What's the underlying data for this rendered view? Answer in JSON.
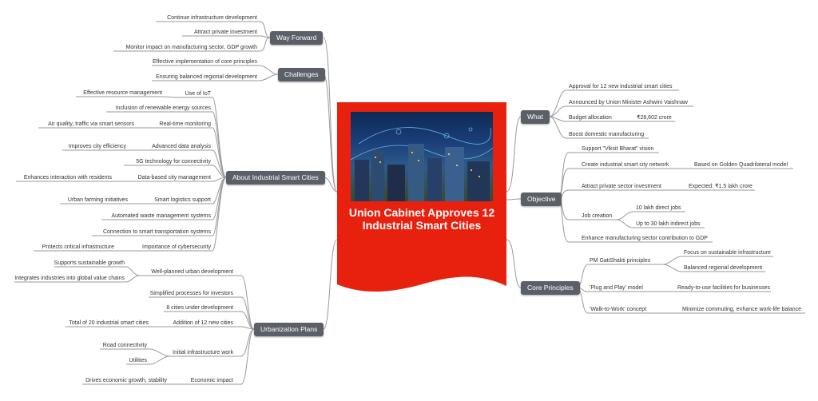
{
  "center": {
    "title": "Union Cabinet Approves 12 Industrial Smart Cities"
  },
  "branches": {
    "way_forward": "Way Forward",
    "challenges": "Challenges",
    "about": "About Industrial Smart Cities",
    "urbanization": "Urbanization Plans",
    "what": "What",
    "objective": "Objective",
    "core": "Core Principles"
  },
  "way_forward": [
    "Continue infrastructure development",
    "Attract private investment",
    "Monitor impact on manufacturing sector, GDP growth"
  ],
  "challenges": [
    "Effective implementation of core principles",
    "Ensuring balanced regional development"
  ],
  "about": {
    "use_iot": "Use of IoT",
    "effective_resource": "Effective resource management",
    "renewable": "Inclusion of renewable energy sources",
    "realtime": "Real-time monitoring",
    "air_quality": "Air quality, traffic via smart sensors",
    "advanced": "Advanced data analysis",
    "improves": "Improves city efficiency",
    "fiveg": "5G technology for connectivity",
    "databased": "Data-based city management",
    "enhances": "Enhances interaction with residents",
    "logistics": "Smart logistics support",
    "farming": "Urban farming initiatives",
    "waste": "Automated waste management systems",
    "transport": "Connection to smart transportation systems",
    "cyber": "Importance of cybersecurity",
    "protects": "Protects critical infrastructure"
  },
  "urbanization": {
    "well_planned": "Well-planned urban development",
    "supports": "Supports sustainable growth",
    "integrates": "Integrates industries into global value chains",
    "simplified": "Simplified processes for investors",
    "eight": "8 cities under development",
    "addition": "Addition of 12 new cities",
    "total": "Total of 20 industrial smart cities",
    "initial": "Initial infrastructure work",
    "road": "Road connectivity",
    "utilities": "Utilities",
    "economic": "Economic impact",
    "drives": "Drives economic growth, stability"
  },
  "what": {
    "approval": "Approval for 12 new industrial smart cities",
    "announced": "Announced by Union Minister Ashwini Vaishnaw",
    "budget": "Budget allocation",
    "budget_value": "₹28,602 crore",
    "boost": "Boost domestic manufacturing"
  },
  "objective": {
    "support": "Support \"Viksit Bharat\" vision",
    "create": "Create industrial smart city network",
    "golden": "Based on Golden Quadrilateral model",
    "attract": "Attract private sector investment",
    "expected": "Expected: ₹1.5 lakh crore",
    "job": "Job creation",
    "direct": "10 lakh direct jobs",
    "indirect": "Up to 30 lakh indirect jobs",
    "enhance": "Enhance manufacturing sector contribution to GDP"
  },
  "core": {
    "pm": "PM GatiShakti principles",
    "focus": "Focus on sustainable infrastructure",
    "balanced": "Balanced regional development",
    "plug": "'Plug and Play' model",
    "ready": "Ready-to-use facilities for businesses",
    "walk": "'Walk-to-Work' concept",
    "minimize": "Minimize commuting, enhance work-life balance"
  },
  "colors": {
    "center_red": "#e8210f",
    "branch_gray": "#5b6068",
    "line_gray": "#999999"
  }
}
